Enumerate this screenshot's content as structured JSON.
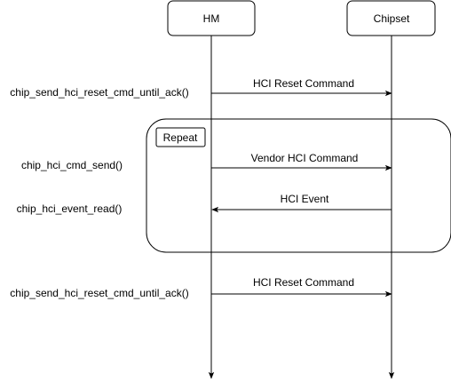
{
  "participants": {
    "hm": "HM",
    "chipset": "Chipset"
  },
  "loop": {
    "label": "Repeat"
  },
  "messages": [
    {
      "text": "HCI Reset Command",
      "function": "chip_send_hci_reset_cmd_until_ack()",
      "from": "hm",
      "to": "chipset"
    },
    {
      "text": "Vendor HCI Command",
      "function": "chip_hci_cmd_send()",
      "from": "hm",
      "to": "chipset"
    },
    {
      "text": "HCI Event",
      "function": "chip_hci_event_read()",
      "from": "chipset",
      "to": "hm"
    },
    {
      "text": "HCI Reset Command",
      "function": "chip_send_hci_reset_cmd_until_ack()",
      "from": "hm",
      "to": "chipset"
    }
  ]
}
